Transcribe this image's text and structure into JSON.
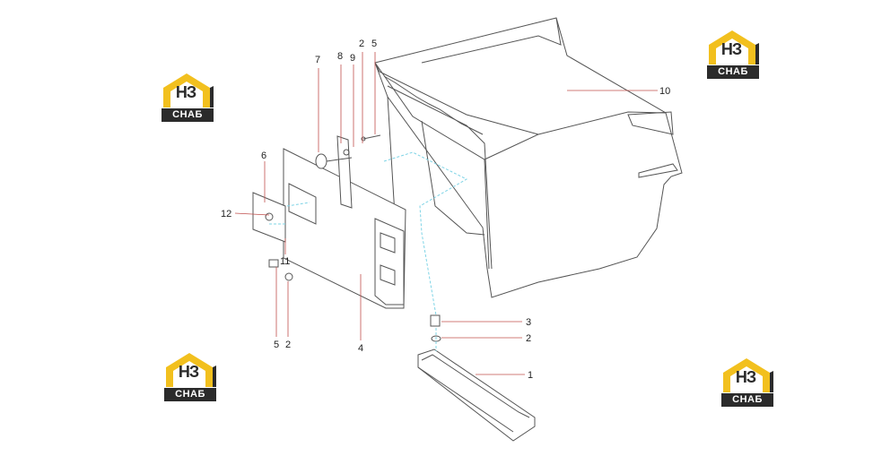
{
  "callouts": {
    "c1": "1",
    "c2a": "2",
    "c2b": "2",
    "c2c": "2",
    "c3": "3",
    "c4": "4",
    "c5a": "5",
    "c5b": "5",
    "c6": "6",
    "c7": "7",
    "c8": "8",
    "c9": "9",
    "c10": "10",
    "c11": "11",
    "c12": "12"
  },
  "watermark": {
    "top": "НЗ",
    "bottom": "СНАБ"
  },
  "colors": {
    "line": "#555555",
    "leader": "#c0504d",
    "assembly": "#7fd4e6",
    "logo_gold": "#f2c01e",
    "logo_dark": "#2b2b2b"
  }
}
